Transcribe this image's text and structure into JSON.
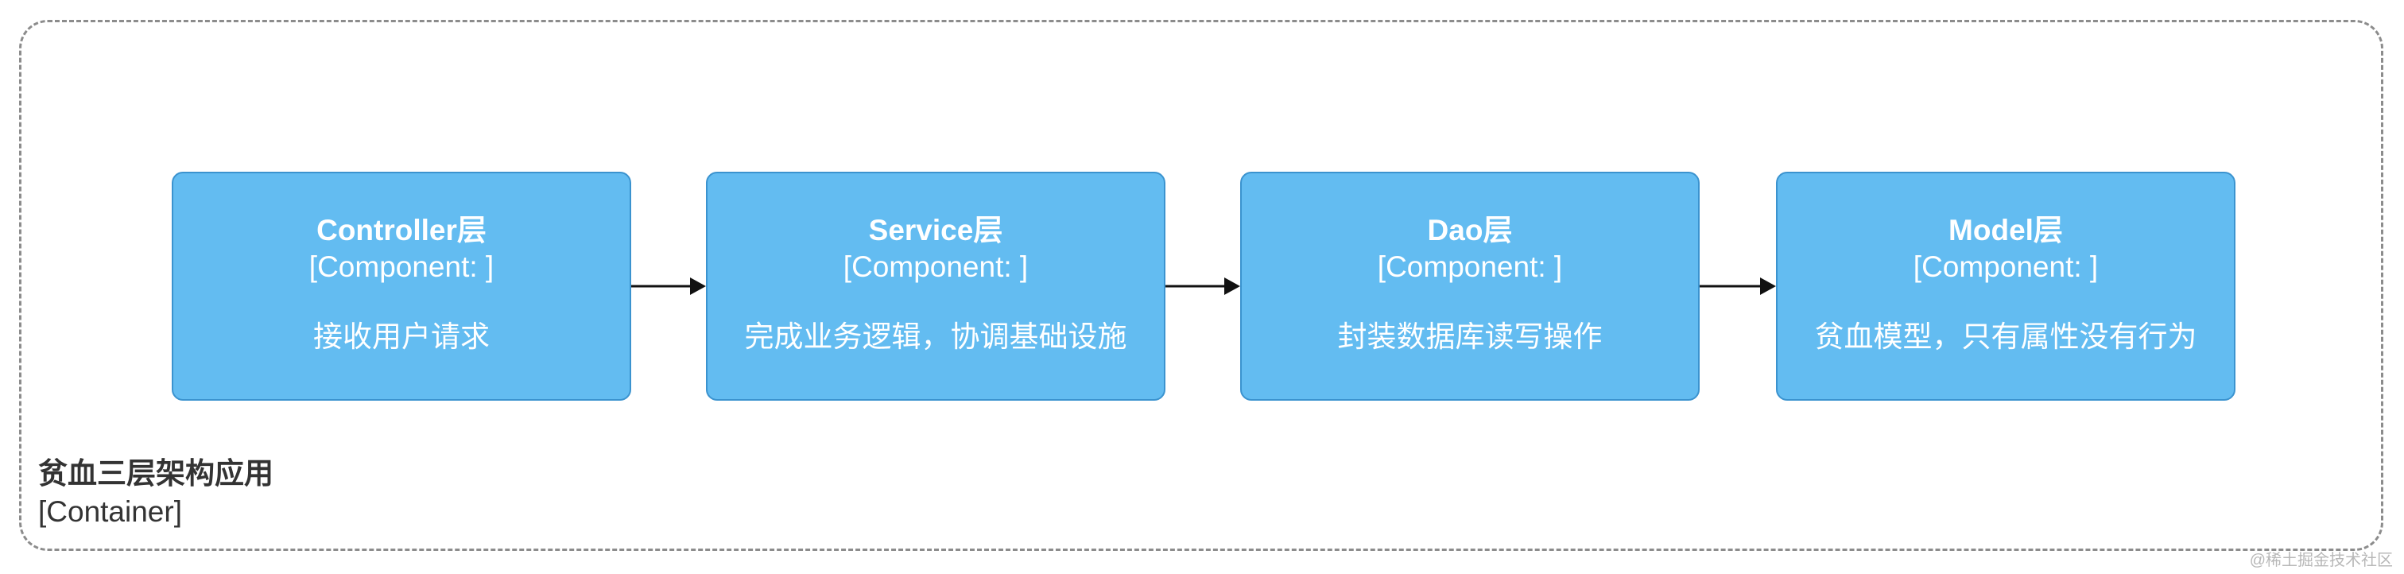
{
  "container": {
    "name": "贫血三层架构应用",
    "type": "[Container]"
  },
  "components": [
    {
      "title": "Controller层",
      "type": "[Component: ]",
      "description": "接收用户请求"
    },
    {
      "title": "Service层",
      "type": "[Component: ]",
      "description": "完成业务逻辑，协调基础设施"
    },
    {
      "title": "Dao层",
      "type": "[Component: ]",
      "description": "封装数据库读写操作"
    },
    {
      "title": "Model层",
      "type": "[Component: ]",
      "description": "贫血模型，只有属性没有行为"
    }
  ],
  "watermark": "@稀土掘金技术社区",
  "colors": {
    "component_fill": "#63bcf1",
    "component_border": "#3b93cf",
    "boundary": "#8c8c8c",
    "arrow": "#111111"
  }
}
